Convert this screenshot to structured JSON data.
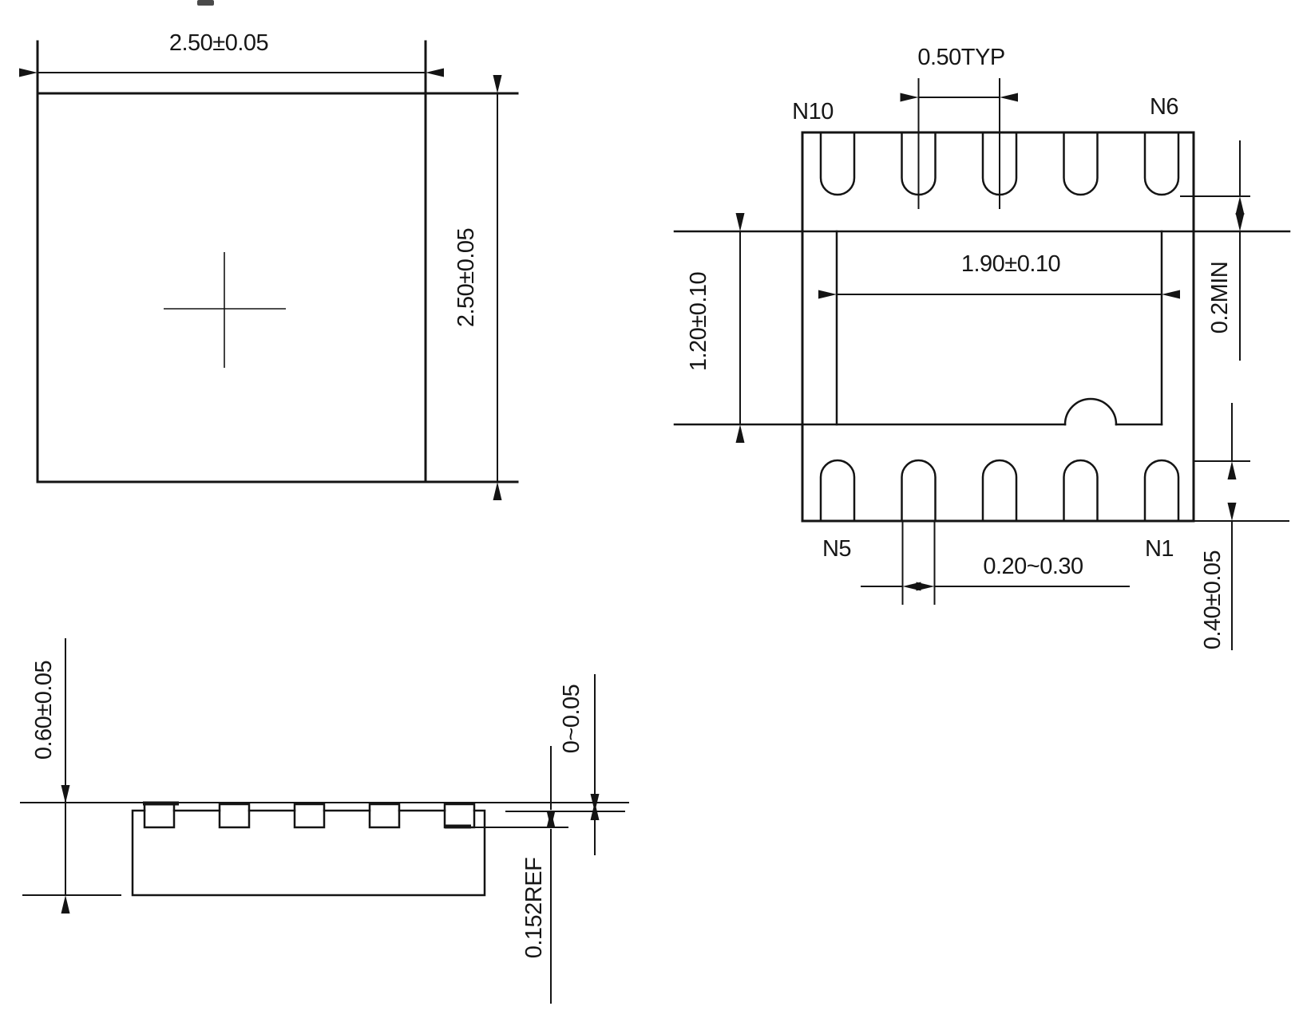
{
  "drawing_type": "IC package outline drawing (DFN-10), three views",
  "colors": {
    "line": "#141414",
    "text": "#161616",
    "background": "#ffffff"
  },
  "top_view": {
    "width_dim": "2.50±0.05",
    "height_dim": "2.50±0.05"
  },
  "bottom_view": {
    "pitch_dim": "0.50TYP",
    "pin_top_left": "N10",
    "pin_top_right": "N6",
    "pin_bottom_left": "N5",
    "pin_bottom_right": "N1",
    "pad_width_dim": "1.90±0.10",
    "pad_height_dim": "1.20±0.10",
    "clearance_dim": "0.2MIN",
    "lead_width_dim": "0.20~0.30",
    "lead_length_dim": "0.40±0.05"
  },
  "side_view": {
    "height_dim": "0.60±0.05",
    "standoff_dim": "0~0.05",
    "lead_thickness_dim": "0.152REF"
  }
}
